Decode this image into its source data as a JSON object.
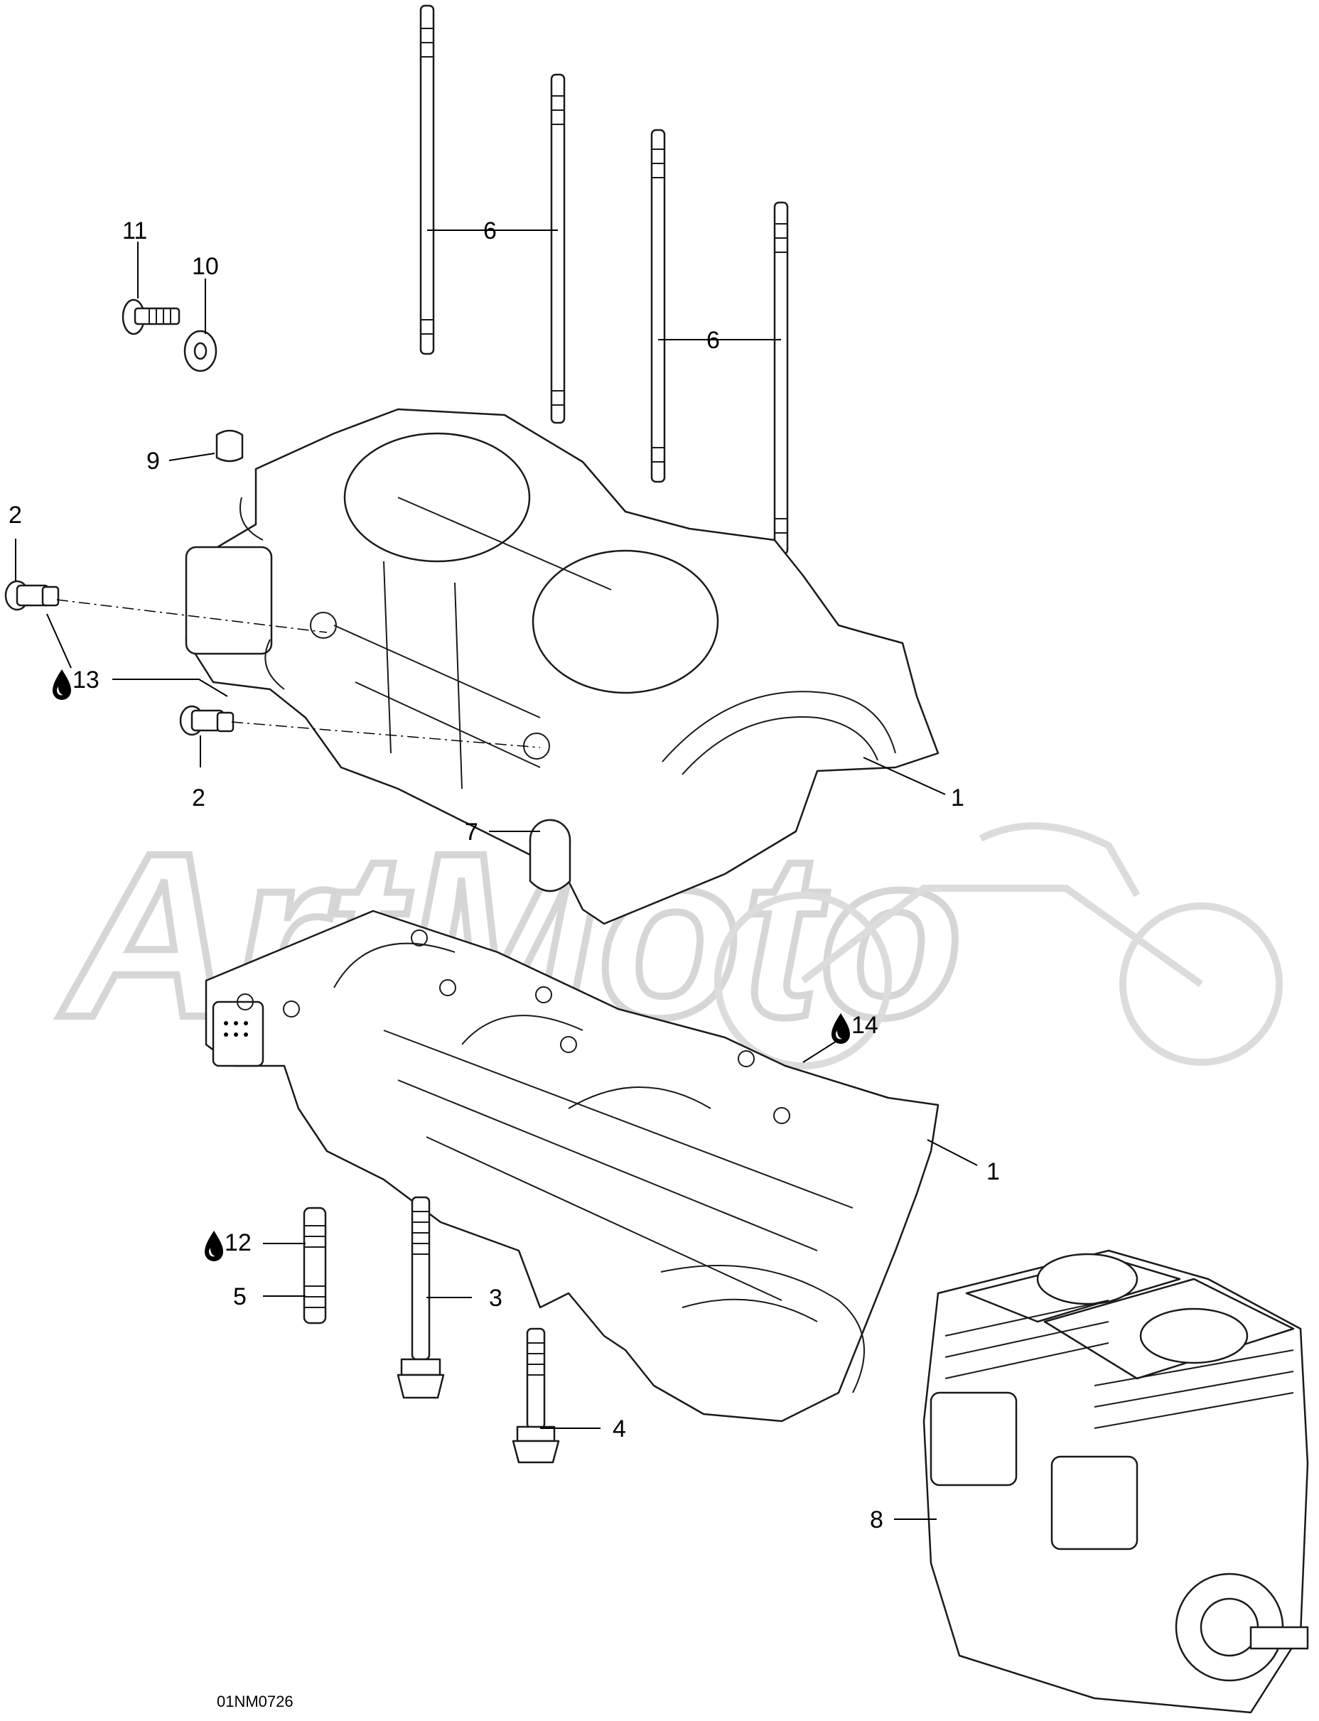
{
  "diagram": {
    "callouts": {
      "c11": "11",
      "c10": "10",
      "c6a": "6",
      "c6b": "6",
      "c9": "9",
      "c2a": "2",
      "c13": "13",
      "c2b": "2",
      "c1a": "1",
      "c7": "7",
      "c14": "14",
      "c1b": "1",
      "c12": "12",
      "c5": "5",
      "c3": "3",
      "c4": "4",
      "c8": "8"
    },
    "reference_code": "01NM0726",
    "watermark": "ArtMoto",
    "icons": [
      "oil-drop-icon"
    ]
  }
}
